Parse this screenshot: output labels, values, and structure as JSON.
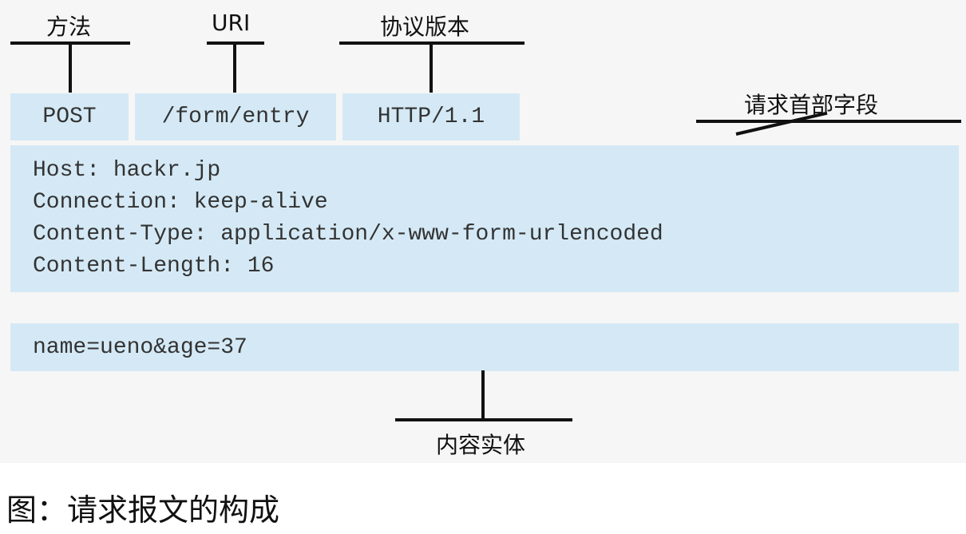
{
  "labels": {
    "method": "方法",
    "uri": "URI",
    "version": "协议版本",
    "headers": "请求首部字段",
    "body": "内容实体"
  },
  "request_line": {
    "method": "POST",
    "uri": "/form/entry",
    "version": "HTTP/1.1"
  },
  "headers": [
    "Host: hackr.jp",
    "Connection: keep-alive",
    "Content-Type: application/x-www-form-urlencoded",
    "Content-Length: 16"
  ],
  "body": "name=ueno&age=37",
  "caption": "图：请求报文的构成",
  "colors": {
    "box_fill": "#d4e9f5",
    "background": "#f6f6f6",
    "line": "#111111"
  }
}
